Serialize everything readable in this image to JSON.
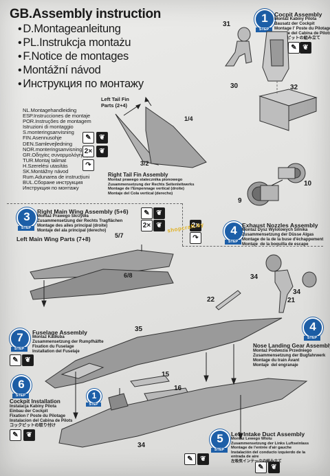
{
  "header": {
    "title": "GB.Assembly instruction",
    "languages": [
      "D.Montageanleitung",
      "PL.Instrukcja montażu",
      "F.Notice de montages",
      "Montážní návod",
      "Инструкция по монтажу"
    ],
    "small_list": "NL.Montagehandleiding\nESP.Instrucciones de montaje\nPOR.Instruções de montagem\nIstruzioni di montaggio\nS.monteringsanvisning\nFIN.Asennusohje\nDEN.Samlevejledning\nNOR.monteringsanvisning\nGR.Οδηγίες συναρμολόγησης\nTUR.Montaj talimat\nH.Szerelési utasítás\nSK.Montážny návod\nRum.Adunarea de instrucțiuni\nBUL.Сборане инструкция\nИнструкция по монтажу"
  },
  "steps": {
    "s1": {
      "number": "1",
      "label": "STEP",
      "title": "Cocpit Assembly",
      "subtitle": "Montaż Kabiny Pilota\nBausatz der Cockpit\nMontage l' Poste du Pilotage\nMontaje del Cabina de Pilots\nコックピットの組み立て"
    },
    "s2": {
      "title": "Left Tail Fin\nParts (2+4)"
    },
    "s2r": {
      "title": "Right Tail Fin Assembly",
      "subtitle": "Montaż prawego statecznika pionowego\nZusammensetzung der Rechts Seitenleitwerks\nMontage de l'Empennage vertical (droite)\nMontaje del Cola vertical (derecho)"
    },
    "s3": {
      "number": "3",
      "label": "STEP",
      "title": "Right Main Wing Assembly (5+6)",
      "subtitle": "Montaż Prawego Skrzydła\nZusammensetzung der Rechts Tragflächen\nMontage des ailes principal (droite)\nMontaje del ala principal (derecho)"
    },
    "s3l": {
      "title": "Left Main Wing Parts (7+8)"
    },
    "s4": {
      "number": "4",
      "label": "STEP",
      "title": "Exhaust Nozzles Assembly",
      "subtitle": "Montaż Dysz Wylotowych Silnika\nZusammensetzung der Düsse Algas\nMontage de la de la buse d'échappement\nMontaje  de la boquilla de escape"
    },
    "s4n": {
      "number": "4",
      "label": "STEP",
      "title": "Nose Landing Gear Assembly",
      "subtitle": "Montaż Podwozia Przedniego\nZusammensetzung der Bugfahrwerk\nMontage du train Avant\nMontaje  del engranaje"
    },
    "s7": {
      "number": "7",
      "label": "STEP",
      "title": "Fuselage Assembly",
      "subtitle": "Montaż Kadłuba\nZusammensetzung der Rumpfhälfte\nFixation du Fuselage\nInstallation del Fuselaje"
    },
    "s6": {
      "number": "6",
      "label": "STEP",
      "title": "Cockpit Installation",
      "subtitle": "Instalacja Kabiny Pilota\nEinbau der Cockpit\nFixation l' Poste du Pilotage\nInstalacion del Cabina de Pilots\nコックピットの取り付け"
    },
    "s5": {
      "number": "5",
      "label": "STEP",
      "title": "Left Intake Duct Assembly",
      "subtitle": "Montaz Lewego Wlotu\nZusammensetzung der Links Luftseinlass\nMontage de l'entrée d'air gauche\nInstalación del conducto izquierdo de la\nentrada de aire\n左吸気インテークの組み立て"
    },
    "mini1": {
      "number": "1",
      "label": "STEP"
    }
  },
  "parts": {
    "p31": "31",
    "p30": "30",
    "p32": "32",
    "p14": "1/4",
    "p32b": "3/2",
    "p10": "10",
    "p9": "9",
    "p57": "5/7",
    "p68": "6/8",
    "p22": "22",
    "p34a": "34",
    "p34b": "34",
    "p21": "21",
    "p35": "35",
    "p15": "15",
    "p16": "16",
    "p34c": "34"
  },
  "icon_names": [
    "glue-icon",
    "paint-icon",
    "repeat-2x-icon",
    "assembly-direction-icon"
  ],
  "watermark": "shopcraft.by",
  "colors": {
    "step_blue": "#1d5fa8"
  }
}
